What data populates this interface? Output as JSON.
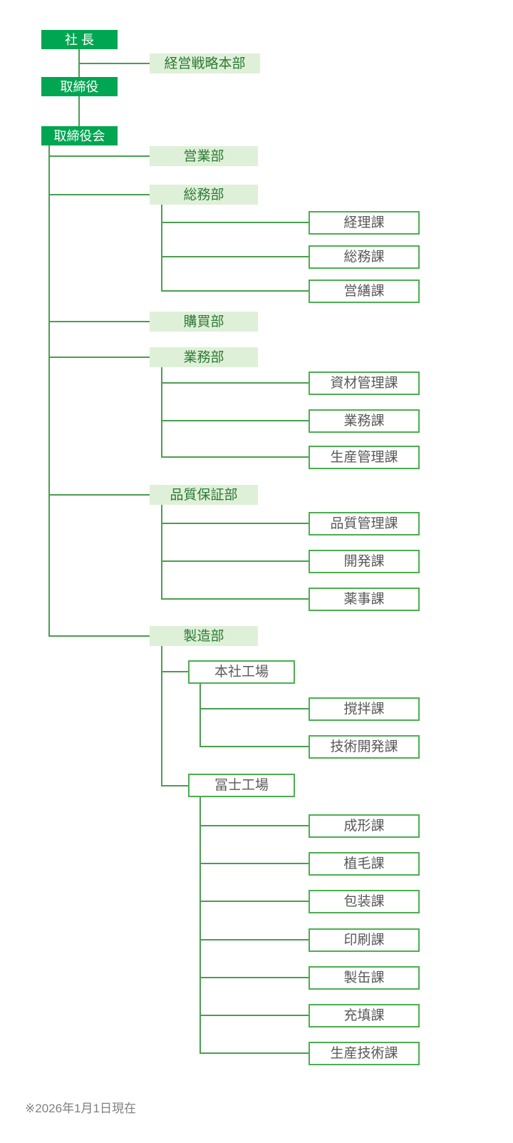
{
  "chart": {
    "president": "社 長",
    "director": "取締役",
    "board": "取締役会",
    "strategy_hq": "経営戦略本部",
    "departments": {
      "sales": "営業部",
      "general_affairs": "総務部",
      "purchasing": "購買部",
      "operations": "業務部",
      "quality_assurance": "品質保証部",
      "manufacturing": "製造部"
    },
    "factories": {
      "honsha": "本社工場",
      "fuji": "冨士工場"
    },
    "sections": {
      "general_affairs": [
        "経理課",
        "総務課",
        "営繕課"
      ],
      "operations": [
        "資材管理課",
        "業務課",
        "生産管理課"
      ],
      "quality_assurance": [
        "品質管理課",
        "開発課",
        "薬事課"
      ],
      "honsha_factory": [
        "撹拌課",
        "技術開発課"
      ],
      "fuji_factory": [
        "成形課",
        "植毛課",
        "包装課",
        "印刷課",
        "製缶課",
        "充填課",
        "生産技術課"
      ]
    },
    "footnote": "※2026年1月1日現在"
  },
  "colors": {
    "executive_fill": "#00a651",
    "executive_text": "#ffffff",
    "department_fill": "#dff0d8",
    "department_text": "#2c7a34",
    "section_border": "#4cae50",
    "section_text": "#595959",
    "connector_line": "#4a9e4f",
    "footnote_text": "#808080",
    "background": "#ffffff"
  }
}
